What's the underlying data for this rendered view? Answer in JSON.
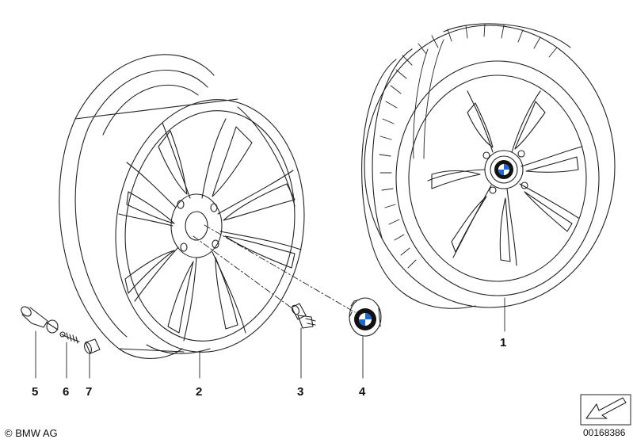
{
  "callouts": {
    "c1": "1",
    "c2": "2",
    "c3": "3",
    "c4": "4",
    "c5": "5",
    "c6": "6",
    "c7": "7"
  },
  "footer": {
    "copyright": "© BMW AG",
    "doc_number": "00168386"
  },
  "logo": {
    "quadrant_blue": "#1c69d4",
    "ring": "#111111"
  }
}
